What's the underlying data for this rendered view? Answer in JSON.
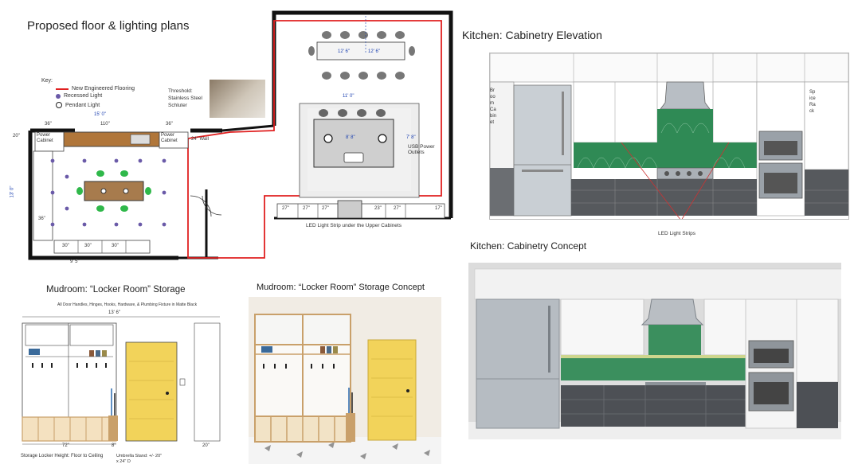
{
  "floor_plan": {
    "title": "Proposed floor & lighting plans",
    "key": {
      "heading": "Key:",
      "items": [
        "New Engineered Flooring",
        "Recessed Light",
        "Pendant Light"
      ]
    },
    "threshold_note": "Threshold: Stainless Steel Schluter",
    "wall_note": "24\" Wall",
    "usb_note": "USB Power Outlets",
    "led_note": "LED Light Strip under the Upper Cabinets",
    "power_cabinet_left": "Power Cabinet",
    "power_cabinet_right": "Power Cabinet",
    "dims": {
      "top_overall": "15' 0\"",
      "top_36a": "36\"",
      "top_110": "110\"",
      "top_36b": "36\"",
      "bottom_95": "9' 5\"",
      "left_130": "13' 0\"",
      "island_width": "11' 0\"",
      "dining_a": "12' 6\"",
      "dining_b": "12' 6\"",
      "island_a": "8' 8\"",
      "island_b": "7' 8\"",
      "bench_30a": "30\"",
      "bench_30b": "30\"",
      "bench_30c": "30\"",
      "base_27a": "27\"",
      "base_27b": "27\"",
      "base_27c": "27\"",
      "base_23": "23\"",
      "base_27d": "27\"",
      "base_17": "17\"",
      "side_20": "20\"",
      "side_36": "36\""
    }
  },
  "elevation": {
    "title": "Kitchen: Cabinetry Elevation",
    "led_label": "LED Light Strips",
    "left_vertical": "Broom Cabinet",
    "right_vertical": "Spice Rack"
  },
  "concept": {
    "title": "Kitchen: Cabinetry Concept"
  },
  "mudroom_plan": {
    "title": "Mudroom: “Locker Room” Storage",
    "note": "All Door Handles, Hinges, Hooks, Hardware, & Plumbing Fixture in Matte Black",
    "width_dim": "13' 6\"",
    "dim_72": "72\"",
    "dim_8": "8\"",
    "dim_20": "20\"",
    "height_note": "Storage Locker Height: Floor to Ceiling",
    "umbrella_note": "Umbrella Stand: +/- 20\" x 24\" D"
  },
  "mudroom_concept": {
    "title": "Mudroom: “Locker Room” Storage Concept"
  },
  "colors": {
    "wall_black": "#111111",
    "flooring_red": "#e02020",
    "dim_blue": "#1a3fb0",
    "tile_green": "#2f8a55",
    "door_yellow": "#f2d35a",
    "wood": "#c9a06a"
  }
}
